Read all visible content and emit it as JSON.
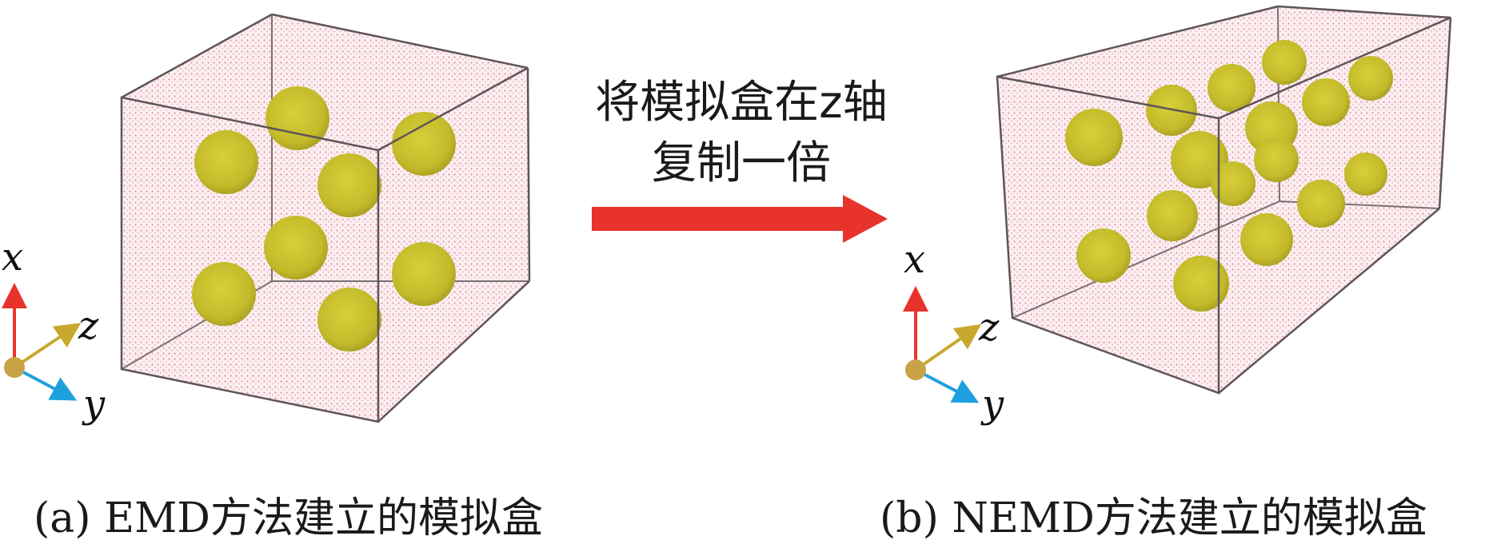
{
  "arrow": {
    "line1": "将模拟盒在z轴",
    "line2": "复制一倍",
    "color": "#e8332d"
  },
  "panels": [
    {
      "id": "a",
      "caption": "(a) EMD方法建立的模拟盒",
      "axes": {
        "x": "x",
        "y": "y",
        "z": "z"
      }
    },
    {
      "id": "b",
      "caption": "(b) NEMD方法建立的模拟盒",
      "axes": {
        "x": "x",
        "y": "y",
        "z": "z"
      }
    }
  ],
  "colors": {
    "fluid": "#e3a3ad",
    "particle": "#c7c02c",
    "box_edge": "#6b6266",
    "axis_x": "#e8332d",
    "axis_y": "#1ea0de",
    "axis_z": "#c8a92e",
    "origin": "#c8a246"
  }
}
